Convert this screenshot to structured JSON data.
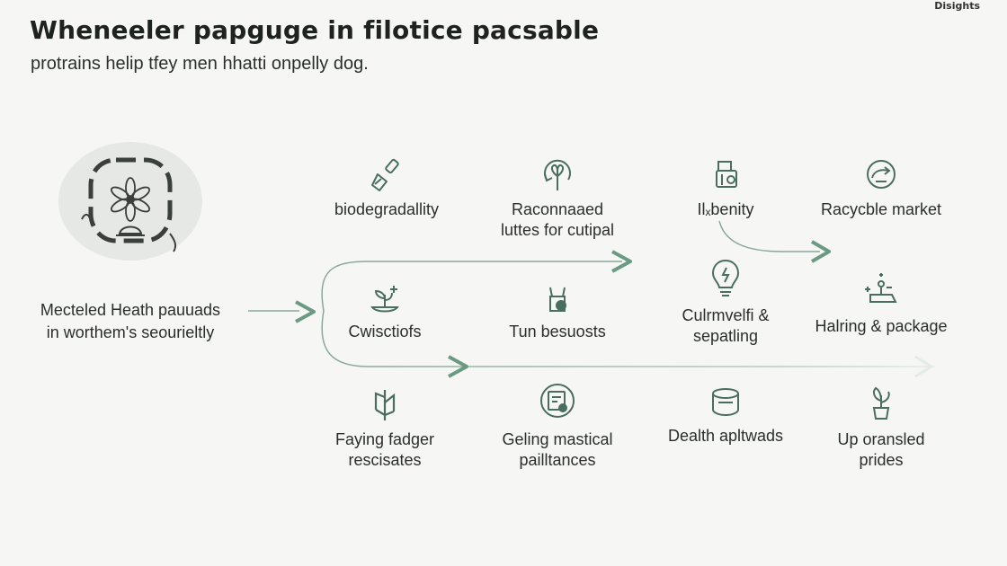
{
  "brand": "Disights",
  "title": "Wheneeler papguge in filotice pacsable",
  "subtitle": "protrains helip tfey men hhatti onpelly dog.",
  "hub": {
    "label_line1": "Mecteled Heath pauuads",
    "label_line2": "in worthem's seourieltly",
    "icon": "flower-in-frame-icon"
  },
  "colors": {
    "accent": "#6a9a82",
    "text": "#2a2e2c",
    "hub_bg": "#e6e8e6",
    "background": "#f6f7f5"
  },
  "nodes": [
    {
      "id": "biodegradallity",
      "lines": [
        "biodegradallity"
      ],
      "icon": "brush-icon"
    },
    {
      "id": "raconnaaed",
      "lines": [
        "Raconnaaed",
        "luttes for cutipal"
      ],
      "icon": "recycle-circle-icon"
    },
    {
      "id": "ilbenity",
      "lines": [
        "Il⁠ₓbenity"
      ],
      "icon": "package-icon"
    },
    {
      "id": "racycble-market",
      "lines": [
        "Racycble market"
      ],
      "icon": "recycle-arrow-icon"
    },
    {
      "id": "cwisctiofs",
      "lines": [
        "Cwisctiofs"
      ],
      "icon": "sprout-icon"
    },
    {
      "id": "tun-besuosts",
      "lines": [
        "Tun besuosts"
      ],
      "icon": "animal-icon"
    },
    {
      "id": "culrmvelfi",
      "lines": [
        "Culrmvelfi &",
        "sepatling"
      ],
      "icon": "lightbulb-icon"
    },
    {
      "id": "halring-package",
      "lines": [
        "Halring & package"
      ],
      "icon": "tray-icon"
    },
    {
      "id": "faying-fadger",
      "lines": [
        "Faying fadger",
        "rescisates"
      ],
      "icon": "plant-icon"
    },
    {
      "id": "geling-mastical",
      "lines": [
        "Geling mastical",
        "pailltances"
      ],
      "icon": "document-icon"
    },
    {
      "id": "dealth-apltwads",
      "lines": [
        "Dealth apltwads"
      ],
      "icon": "can-icon"
    },
    {
      "id": "up-oransled",
      "lines": [
        "Up oransled",
        "prides"
      ],
      "icon": "potted-plant-icon"
    }
  ]
}
